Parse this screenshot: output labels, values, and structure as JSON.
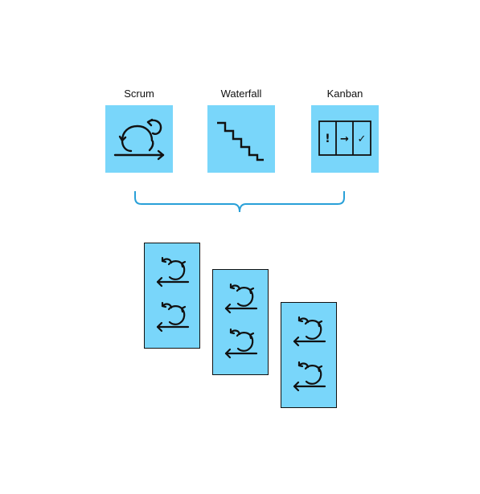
{
  "colors": {
    "tile_fill": "#79D6FA",
    "brace": "#29A0D8",
    "ink": "#111111"
  },
  "methods": [
    {
      "label": "Scrum",
      "icon": "scrum-cycle-icon"
    },
    {
      "label": "Waterfall",
      "icon": "waterfall-steps-icon"
    },
    {
      "label": "Kanban",
      "icon": "kanban-board-icon"
    }
  ],
  "kanban_columns": [
    "!",
    "→",
    "✓"
  ],
  "sprint_cards": [
    {
      "icons": [
        "sprint-cycle-icon",
        "sprint-cycle-icon"
      ]
    },
    {
      "icons": [
        "sprint-cycle-icon",
        "sprint-cycle-icon"
      ]
    },
    {
      "icons": [
        "sprint-cycle-icon",
        "sprint-cycle-icon"
      ]
    }
  ]
}
